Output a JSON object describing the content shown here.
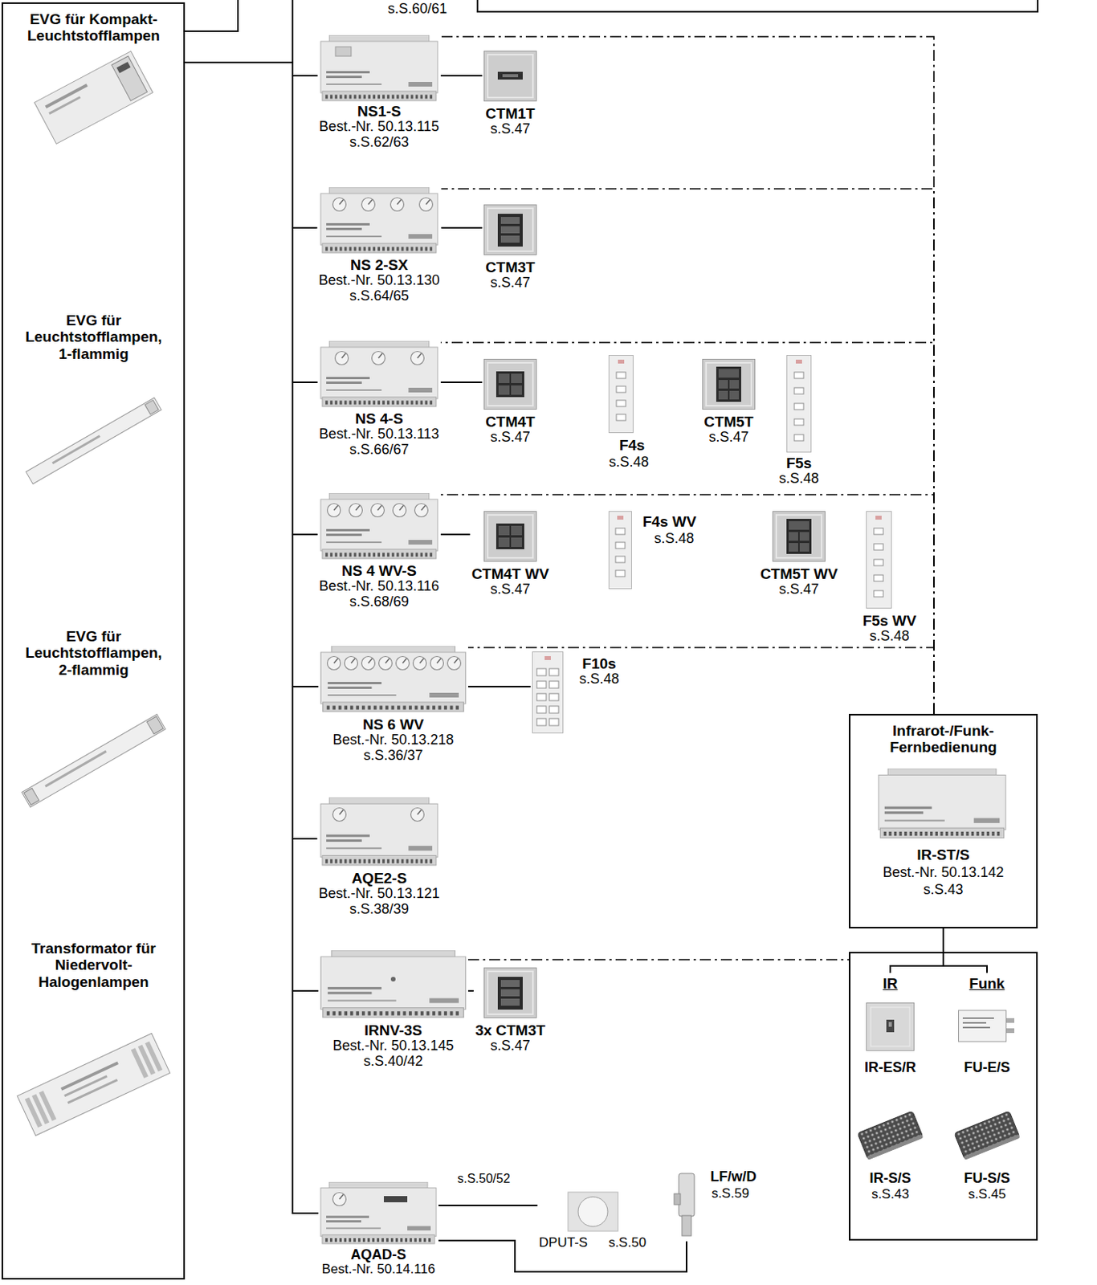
{
  "diagram": {
    "nodes": [
      {
        "text": [
          "EVG für Kompakt- Leuchtstofflampen",
          "EVG für Leuchtstofflampen, 1-flammig",
          "EVG für Leuchtstofflampen, 2-flammig",
          "Transformator für Niedervolt- Halogenlampen"
        ]
      },
      {
        "text": [
          "NS1-S",
          "Best.-Nr. 50.13.115",
          "s.S.62/63"
        ]
      },
      {
        "text": [
          "CTM1T",
          "s.S.47"
        ]
      },
      {
        "text": [
          "NS 2-SX",
          "Best.-Nr. 50.13.130",
          "s.S.64/65"
        ]
      },
      {
        "text": [
          "CTM3T",
          "s.S.47"
        ]
      },
      {
        "text": [
          "NS 4-S",
          "Best.-Nr. 50.13.113",
          "s.S.66/67"
        ]
      },
      {
        "text": [
          "CTM4T",
          "s.S.47"
        ]
      },
      {
        "text": [
          "F4s",
          "s.S.48"
        ]
      },
      {
        "text": [
          "CTM5T",
          "s.S.47"
        ]
      },
      {
        "text": [
          "F5s",
          "s.S.48"
        ]
      },
      {
        "text": [
          "NS 4 WV-S",
          "Best.-Nr. 50.13.116",
          "s.S.68/69"
        ]
      },
      {
        "text": [
          "CTM4T WV",
          "s.S.47"
        ]
      },
      {
        "text": [
          "F4s WV",
          "s.S.48"
        ]
      },
      {
        "text": [
          "CTM5T WV",
          "s.S.47"
        ]
      },
      {
        "text": [
          "F5s WV",
          "s.S.48"
        ]
      },
      {
        "text": [
          "NS 6 WV",
          "Best.-Nr. 50.13.218",
          "s.S.36/37"
        ]
      },
      {
        "text": [
          "F10s",
          "s.S.48"
        ]
      },
      {
        "text": [
          "AQE2-S",
          "Best.-Nr. 50.13.121",
          "s.S.38/39"
        ]
      },
      {
        "text": [
          "IRNV-3S",
          "Best.-Nr. 50.13.145",
          "s.S.40/42"
        ]
      },
      {
        "text": [
          "3x CTM3T",
          "s.S.47"
        ]
      },
      {
        "text": [
          "AQAD-S",
          "Best.-Nr. 50.14.116"
        ]
      },
      {
        "text": [
          "DPUT-S",
          "s.S.50"
        ]
      },
      {
        "text": [
          "LF/w/D",
          "s.S.59"
        ]
      },
      {
        "text": [
          "Infrarot-/Funk- Fernbedienung",
          "IR-ST/S",
          "Best.-Nr. 50.13.142",
          "s.S.43"
        ]
      },
      {
        "text": [
          "IR",
          "Funk"
        ]
      },
      {
        "text": [
          "IR-ES/R"
        ],
        "in": 24
      },
      {
        "text": [
          "FU-E/S"
        ],
        "in": 24
      },
      {
        "text": [
          "IR-S/S",
          "s.S.43"
        ],
        "in": 24
      },
      {
        "text": [
          "FU-S/S",
          "s.S.45"
        ],
        "in": 24
      }
    ],
    "edges": [
      {
        "from": 0,
        "to": 1,
        "arrow": "none"
      },
      {
        "from": 0,
        "to": 3,
        "arrow": "none"
      },
      {
        "from": 0,
        "to": 5,
        "arrow": "none"
      },
      {
        "from": 0,
        "to": 10,
        "arrow": "none"
      },
      {
        "from": 0,
        "to": 15,
        "arrow": "none"
      },
      {
        "from": 0,
        "to": 17,
        "arrow": "none"
      },
      {
        "from": 0,
        "to": 18,
        "arrow": "none"
      },
      {
        "from": 0,
        "to": 20,
        "arrow": "none"
      },
      {
        "from": 1,
        "to": 2,
        "arrow": "none"
      },
      {
        "from": 3,
        "to": 4,
        "arrow": "none"
      },
      {
        "from": 5,
        "to": 6,
        "arrow": "none"
      },
      {
        "from": 10,
        "to": 11,
        "arrow": "none"
      },
      {
        "from": 15,
        "to": 16,
        "arrow": "none"
      },
      {
        "from": 18,
        "to": 19,
        "arrow": "none"
      },
      {
        "from": 20,
        "to": 21,
        "arrow": "none"
      },
      {
        "from": 20,
        "to": 22,
        "arrow": "none"
      },
      {
        "from": 1,
        "to": 23,
        "arrow": "none"
      },
      {
        "from": 3,
        "to": 23,
        "arrow": "none"
      },
      {
        "from": 5,
        "to": 23,
        "arrow": "none"
      },
      {
        "from": 10,
        "to": 23,
        "arrow": "none"
      },
      {
        "from": 15,
        "to": 23,
        "arrow": "none"
      },
      {
        "from": 18,
        "to": 24,
        "arrow": "none"
      },
      {
        "from": 23,
        "to": 24,
        "arrow": "none"
      }
    ],
    "labels": [
      "s.S.60/61",
      "s.S.50/52"
    ]
  }
}
